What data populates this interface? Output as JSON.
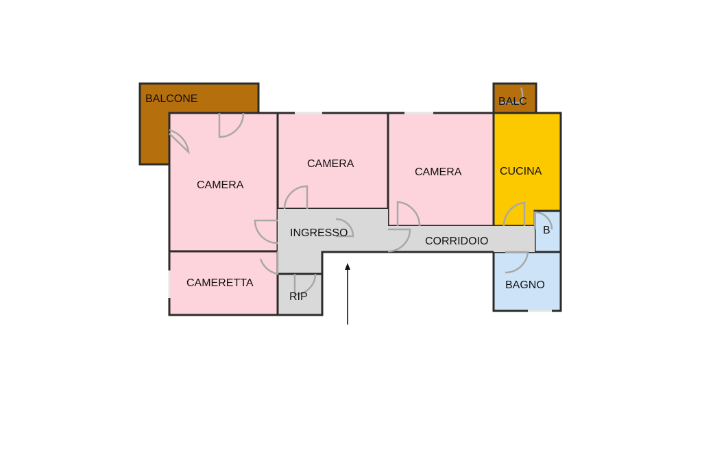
{
  "colors": {
    "bedroom": "#fdd3dc",
    "balcony": "#b5700d",
    "kitchen": "#fcc800",
    "bath": "#cde3f7",
    "hall": "#d9d9d9",
    "wall": "#2b2b2b",
    "door": "#a8a8a8"
  },
  "rooms": {
    "balcone": "BALCONE",
    "camera_left": "CAMERA",
    "camera_mid": "CAMERA",
    "camera_right": "CAMERA",
    "balc": "BALC",
    "cucina": "CUCINA",
    "ingresso": "INGRESSO",
    "corridoio": "CORRIDOIO",
    "b": "B",
    "cameretta": "CAMERETTA",
    "rip": "RIP",
    "bagno": "BAGNO"
  }
}
